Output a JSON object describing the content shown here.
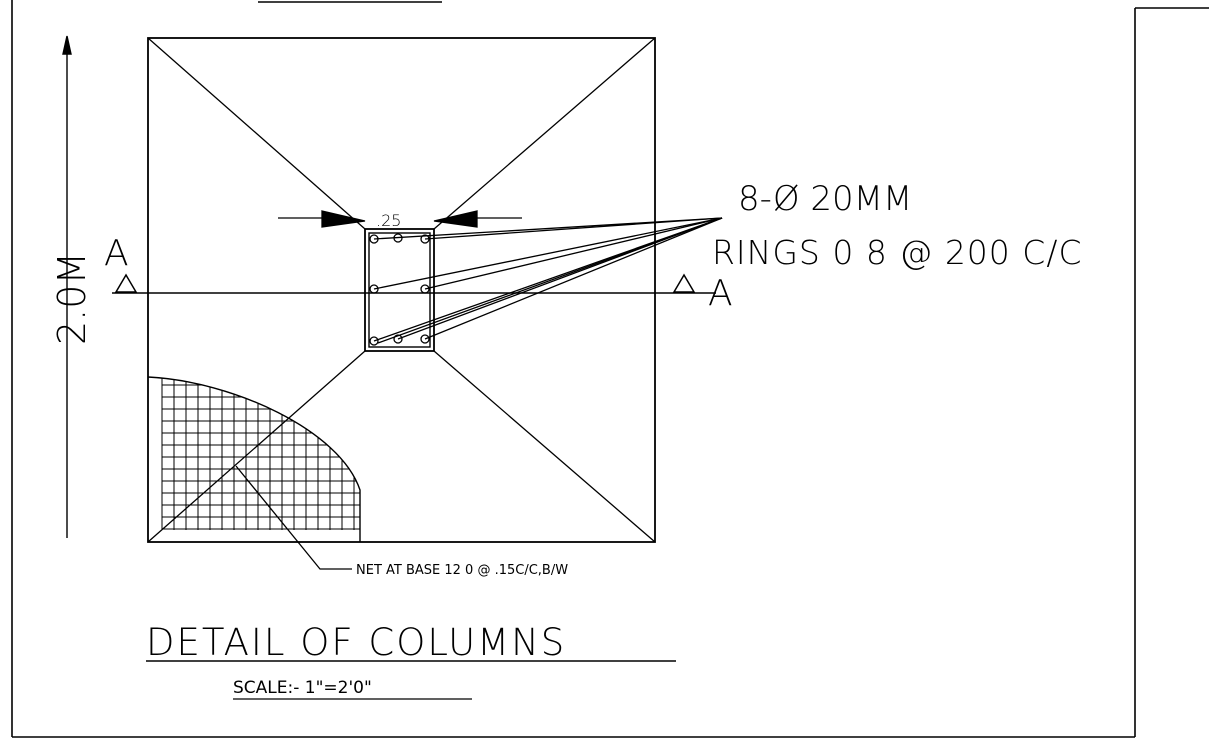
{
  "labels": {
    "dim_height": "2.0M",
    "dim_column_width": ".25",
    "section_left": "A",
    "section_right": "A",
    "bars_text": "8-Ø 20MM",
    "rings_text": "RINGS 0 8 @ 200 C/C",
    "net_text": "NET AT BASE 12 0 @ .15C/C,B/W",
    "title": "DETAIL OF COLUMNS",
    "scale": "SCALE:- 1\"=2'0\""
  },
  "colors": {
    "line": "#000000",
    "background": "#ffffff"
  }
}
